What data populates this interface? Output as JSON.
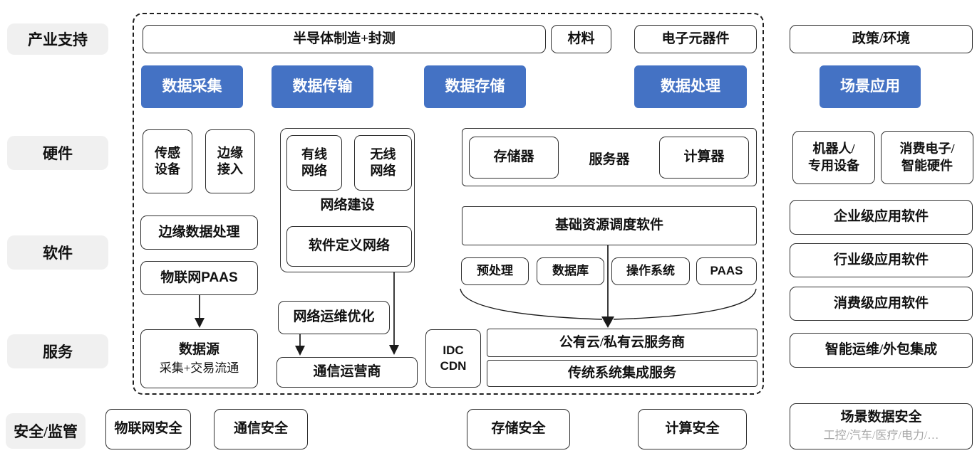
{
  "colors": {
    "accent_blue": "#4472C4",
    "row_label_bg": "#F0F0F0",
    "box_border": "#2F2F2F",
    "muted_text": "#A6A6A6"
  },
  "row_labels": {
    "industry_support": "产业支持",
    "hardware": "硬件",
    "software": "软件",
    "services": "服务",
    "security": "安全/监管"
  },
  "industry_support": {
    "semiconductor": "半导体制造+封测",
    "materials": "材料",
    "components": "电子元器件",
    "policy": "政策/环境"
  },
  "stage_headers": {
    "collection": "数据采集",
    "transmission": "数据传输",
    "storage": "数据存储",
    "processing": "数据处理",
    "application": "场景应用"
  },
  "collection": {
    "sensor_l1": "传感",
    "sensor_l2": "设备",
    "edge_l1": "边缘",
    "edge_l2": "接入",
    "edge_processing": "边缘数据处理",
    "iot_paas": "物联网PAAS",
    "data_source_title": "数据源",
    "data_source_sub": "采集+交易流通",
    "security": "物联网安全"
  },
  "transmission": {
    "group_label": "网络建设",
    "wired_l1": "有线",
    "wired_l2": "网络",
    "wireless_l1": "无线",
    "wireless_l2": "网络",
    "sdn": "软件定义网络",
    "network_ops": "网络运维优化",
    "telecom": "通信运营商",
    "security": "通信安全"
  },
  "storage_processing": {
    "server_group": "服务器",
    "storage_device": "存储器",
    "compute_device": "计算器",
    "resource_scheduling": "基础资源调度软件",
    "sub_items": [
      "预处理",
      "数据库",
      "操作系统",
      "PAAS"
    ],
    "idc_l1": "IDC",
    "idc_l2": "CDN",
    "cloud": "公有云/私有云服务商",
    "integration": "传统系统集成服务",
    "storage_security": "存储安全",
    "compute_security": "计算安全"
  },
  "application": {
    "robot_l1": "机器人/",
    "robot_l2": "专用设备",
    "consumer_l1": "消费电子/",
    "consumer_l2": "智能硬件",
    "enterprise_sw": "企业级应用软件",
    "industry_sw": "行业级应用软件",
    "consumer_sw": "消费级应用软件",
    "ops": "智能运维/外包集成",
    "security_title": "场景数据安全",
    "security_sub": "工控/汽车/医疗/电力/…"
  }
}
